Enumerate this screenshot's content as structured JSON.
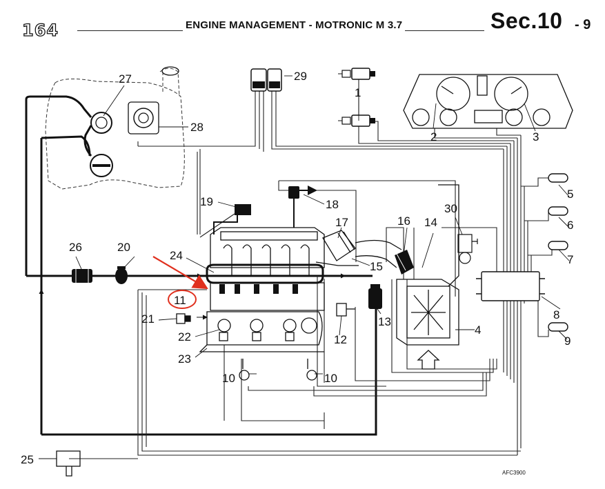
{
  "header": {
    "logo": "164",
    "title": "ENGINE MANAGEMENT - MOTRONIC M 3.7",
    "section": "Sec.10",
    "page": "- 9"
  },
  "diagram": {
    "labels": {
      "n1": "1",
      "n2": "2",
      "n3": "3",
      "n4": "4",
      "n5": "5",
      "n6": "6",
      "n7": "7",
      "n8": "8",
      "n9": "9",
      "n10a": "10",
      "n10b": "10",
      "n11": "11",
      "n12": "12",
      "n13": "13",
      "n14": "14",
      "n15": "15",
      "n16": "16",
      "n17": "17",
      "n18": "18",
      "n19": "19",
      "n20": "20",
      "n21": "21",
      "n22": "22",
      "n23": "23",
      "n24": "24",
      "n25": "25",
      "n26": "26",
      "n27": "27",
      "n28": "28",
      "n29": "29",
      "n30": "30"
    },
    "code": "AFC3900"
  },
  "colors": {
    "line": "#111111",
    "highlight": "#e0301e",
    "paper": "#ffffff"
  }
}
